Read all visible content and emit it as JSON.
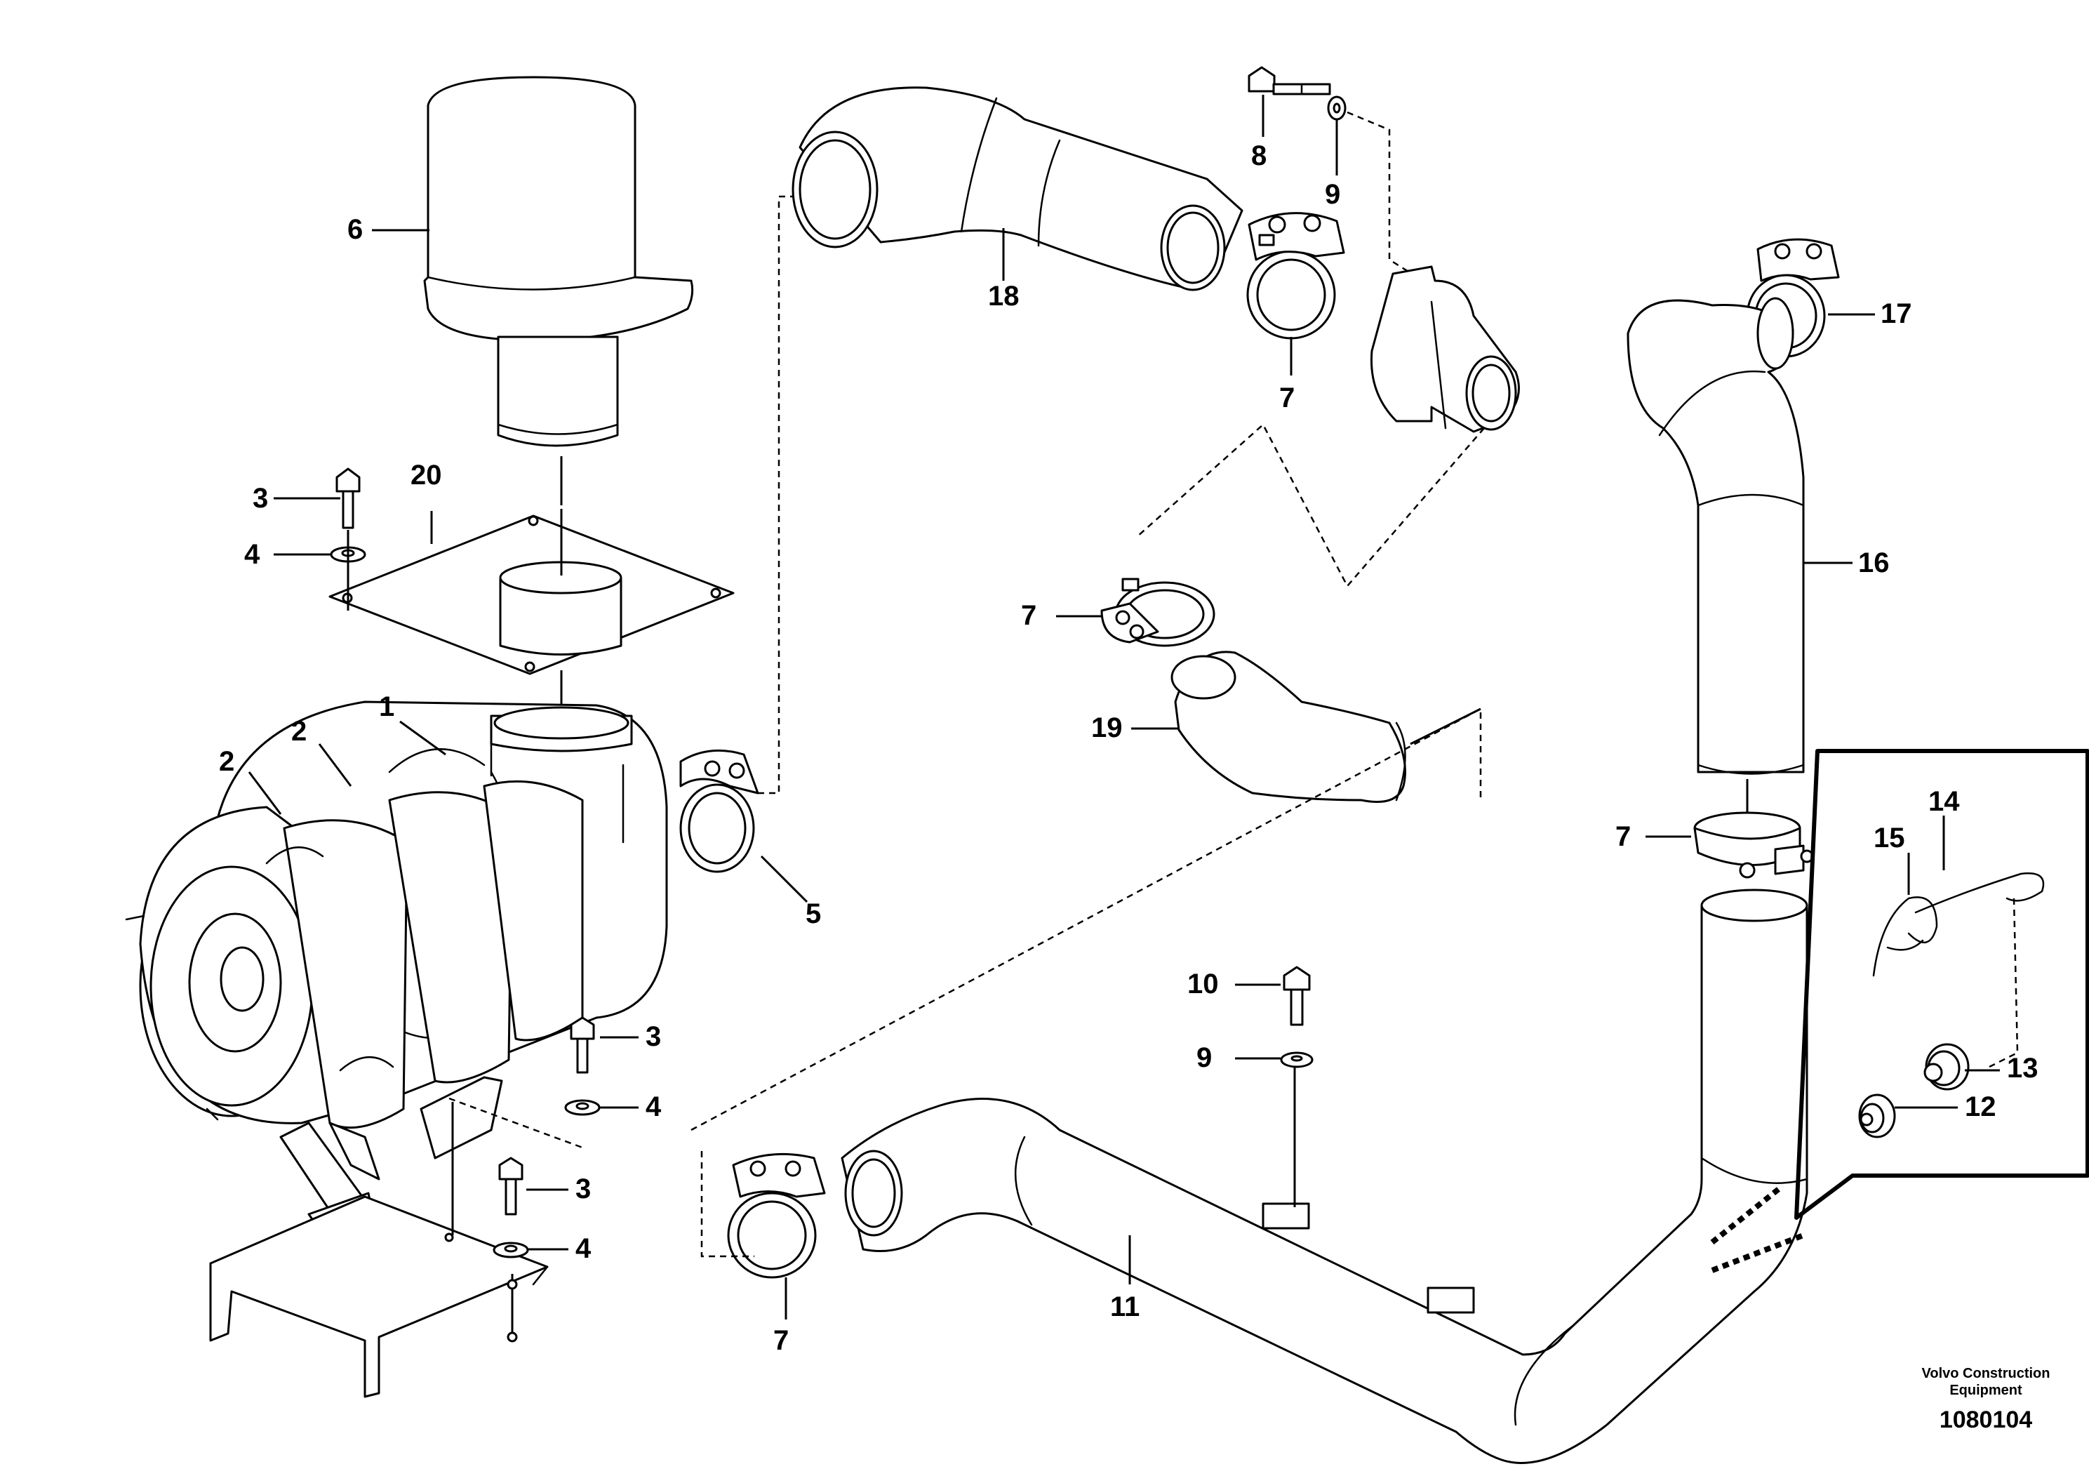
{
  "callouts": [
    {
      "id": "c1",
      "label": "1"
    },
    {
      "id": "c2a",
      "label": "2"
    },
    {
      "id": "c2b",
      "label": "2"
    },
    {
      "id": "c3a",
      "label": "3"
    },
    {
      "id": "c3b",
      "label": "3"
    },
    {
      "id": "c3c",
      "label": "3"
    },
    {
      "id": "c4a",
      "label": "4"
    },
    {
      "id": "c4b",
      "label": "4"
    },
    {
      "id": "c4c",
      "label": "4"
    },
    {
      "id": "c5",
      "label": "5"
    },
    {
      "id": "c6",
      "label": "6"
    },
    {
      "id": "c7a",
      "label": "7"
    },
    {
      "id": "c7b",
      "label": "7"
    },
    {
      "id": "c7c",
      "label": "7"
    },
    {
      "id": "c7d",
      "label": "7"
    },
    {
      "id": "c8",
      "label": "8"
    },
    {
      "id": "c9a",
      "label": "9"
    },
    {
      "id": "c9b",
      "label": "9"
    },
    {
      "id": "c10",
      "label": "10"
    },
    {
      "id": "c11",
      "label": "11"
    },
    {
      "id": "c12",
      "label": "12"
    },
    {
      "id": "c13",
      "label": "13"
    },
    {
      "id": "c14",
      "label": "14"
    },
    {
      "id": "c15",
      "label": "15"
    },
    {
      "id": "c16",
      "label": "16"
    },
    {
      "id": "c17",
      "label": "17"
    },
    {
      "id": "c18",
      "label": "18"
    },
    {
      "id": "c19",
      "label": "19"
    },
    {
      "id": "c20",
      "label": "20"
    }
  ],
  "footer": {
    "brand_line1": "Volvo Construction",
    "brand_line2": "Equipment",
    "drawing_number": "1080104"
  },
  "icons": [
    "air-filter-housing",
    "pre-cleaner-cap",
    "hose-clamp",
    "screw",
    "washer",
    "bracket",
    "intake-pipe",
    "rubber-elbow",
    "sensor",
    "cable-tie"
  ]
}
